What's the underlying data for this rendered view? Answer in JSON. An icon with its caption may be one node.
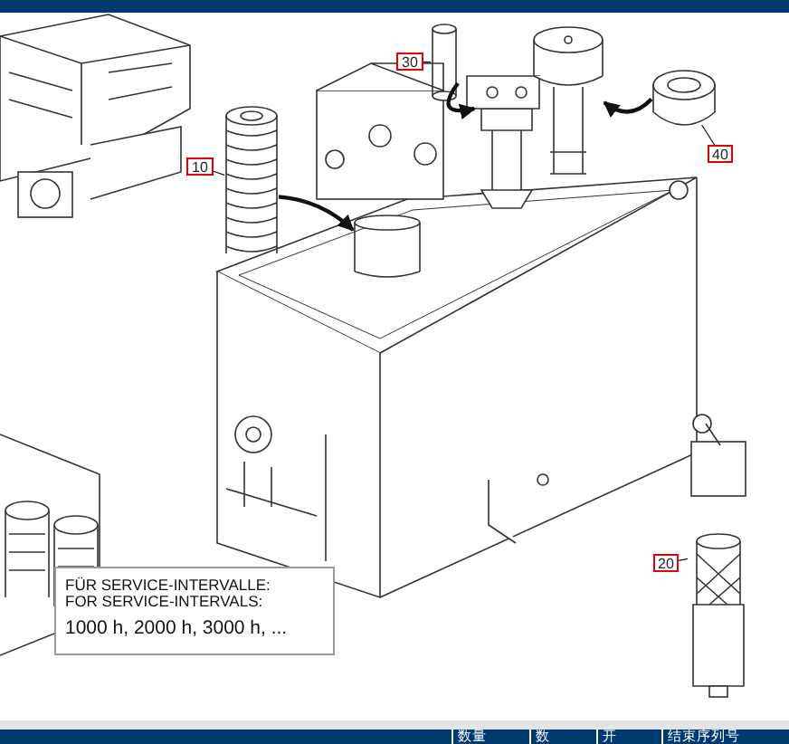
{
  "diagram": {
    "nodes": [
      {
        "text": [
          "10"
        ]
      },
      {
        "text": [],
        "shape": "picture"
      },
      {
        "text": [
          "30"
        ]
      },
      {
        "text": [],
        "shape": "picture"
      },
      {
        "text": [
          "40"
        ]
      },
      {
        "text": [],
        "shape": "picture"
      },
      {
        "text": [
          "20"
        ]
      },
      {
        "text": [],
        "shape": "picture"
      },
      {
        "text": [],
        "shape": "picture"
      },
      {
        "text": [],
        "shape": "picture"
      },
      {
        "text": [],
        "shape": "picture"
      },
      {
        "text": [
          "FÜR SERVICE-INTERVALLE: FOR SERVICE-INTERVALS:",
          "1000 h, 2000 h, 3000 h, ..."
        ]
      }
    ],
    "edges": [
      {
        "from": 0,
        "to": 1,
        "arrow": "none"
      },
      {
        "from": 2,
        "to": 3,
        "arrow": "none"
      },
      {
        "from": 4,
        "to": 5,
        "arrow": "none"
      },
      {
        "from": 6,
        "to": 7,
        "arrow": "none"
      },
      {
        "from": 1,
        "to": 8,
        "arrow": "to",
        "style": "thick"
      },
      {
        "from": 3,
        "to": 9,
        "arrow": "to",
        "style": "thick"
      },
      {
        "from": 5,
        "to": 10,
        "arrow": "to",
        "style": "thick"
      }
    ],
    "labels": [
      "数量",
      "数",
      "开",
      "结束序列号"
    ]
  }
}
